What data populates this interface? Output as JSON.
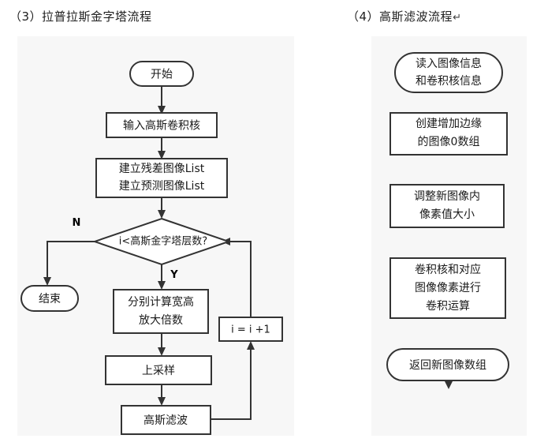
{
  "captions": {
    "left": {
      "number": "（3）",
      "text": "拉普拉斯金字塔流程"
    },
    "right": {
      "number": "（4）",
      "text": "高斯滤波流程",
      "return_mark": "↵"
    }
  },
  "colors": {
    "panel_bg": "#f7f7f7",
    "node_fill": "#ffffff",
    "stroke": "#333333",
    "text": "#1a1a1a",
    "page_bg": "#ffffff"
  },
  "flowchart_left": {
    "name": "拉普拉斯金字塔流程",
    "nodes": [
      {
        "id": "start",
        "shape": "terminator",
        "lines": [
          "开始"
        ]
      },
      {
        "id": "input",
        "shape": "process",
        "lines": [
          "输入高斯卷积核"
        ]
      },
      {
        "id": "lists",
        "shape": "process",
        "lines": [
          "建立残差图像List",
          "建立预测图像List"
        ]
      },
      {
        "id": "cond",
        "shape": "decision",
        "lines": [
          "i<高斯金字塔层数?"
        ]
      },
      {
        "id": "end",
        "shape": "terminator",
        "lines": [
          "结束"
        ]
      },
      {
        "id": "scale",
        "shape": "process",
        "lines": [
          "分别计算宽高",
          "放大倍数"
        ]
      },
      {
        "id": "upsamp",
        "shape": "process",
        "lines": [
          "上采样"
        ]
      },
      {
        "id": "blur",
        "shape": "process",
        "lines": [
          "高斯滤波"
        ]
      },
      {
        "id": "incr",
        "shape": "process",
        "lines": [
          "i = i +1"
        ]
      }
    ],
    "branch_labels": {
      "no": "N",
      "yes": "Y"
    },
    "edges": [
      {
        "from": "start",
        "to": "input"
      },
      {
        "from": "input",
        "to": "lists"
      },
      {
        "from": "lists",
        "to": "cond"
      },
      {
        "from": "cond",
        "to": "end",
        "label": "N"
      },
      {
        "from": "cond",
        "to": "scale",
        "label": "Y"
      },
      {
        "from": "scale",
        "to": "upsamp"
      },
      {
        "from": "upsamp",
        "to": "blur"
      },
      {
        "from": "blur",
        "to": "incr"
      },
      {
        "from": "incr",
        "to": "cond"
      }
    ]
  },
  "flowchart_right": {
    "name": "高斯滤波流程",
    "nodes": [
      {
        "id": "read",
        "shape": "terminator",
        "lines": [
          "读入图像信息",
          "和卷积核信息"
        ]
      },
      {
        "id": "create",
        "shape": "process",
        "lines": [
          "创建增加边缘",
          "的图像0数组"
        ]
      },
      {
        "id": "adjust",
        "shape": "process",
        "lines": [
          "调整新图像内",
          "像素值大小"
        ]
      },
      {
        "id": "conv",
        "shape": "process",
        "lines": [
          "卷积核和对应",
          "图像像素进行",
          "卷积运算"
        ]
      },
      {
        "id": "ret",
        "shape": "terminator",
        "lines": [
          "返回新图像数组"
        ]
      }
    ],
    "edges": [
      {
        "from": "read",
        "to": "create"
      },
      {
        "from": "create",
        "to": "adjust"
      },
      {
        "from": "adjust",
        "to": "conv"
      },
      {
        "from": "conv",
        "to": "ret"
      }
    ]
  }
}
